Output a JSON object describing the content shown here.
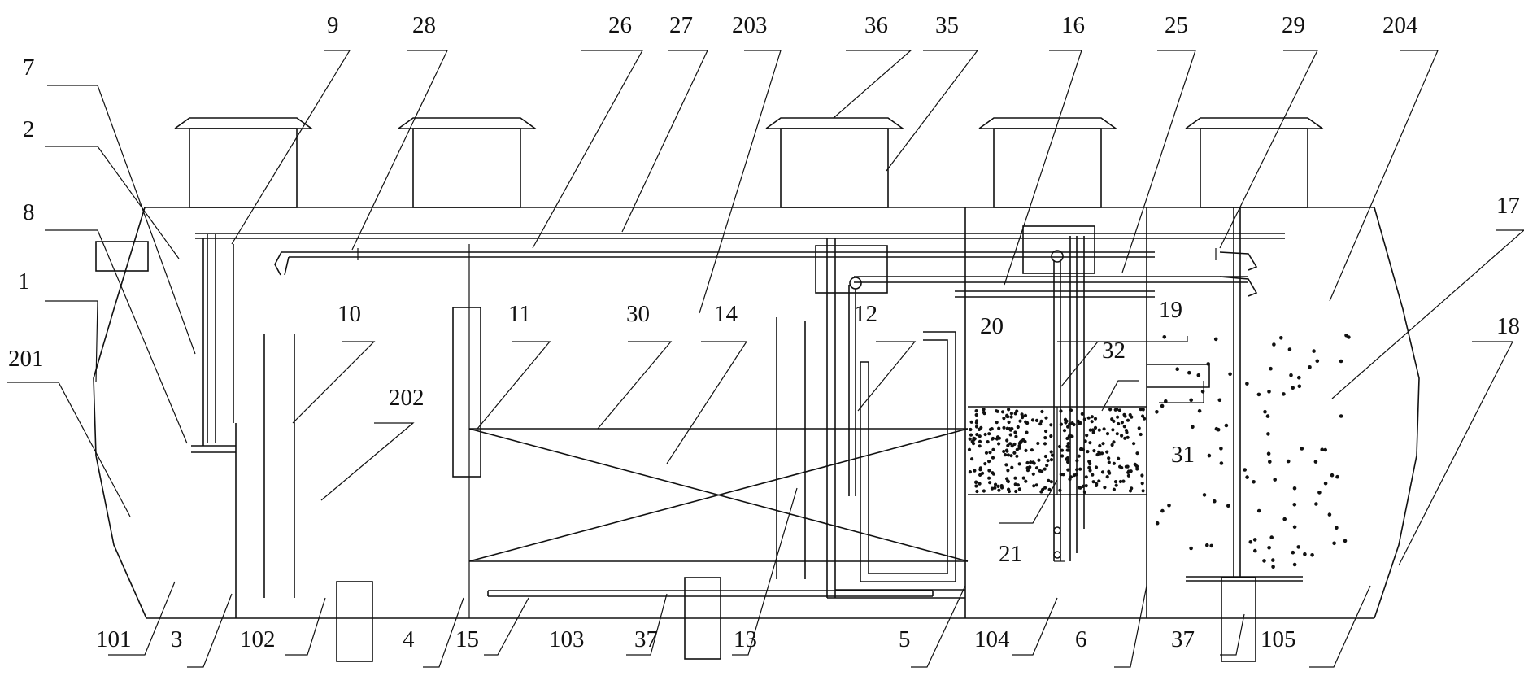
{
  "labels": {
    "l7": "7",
    "l2": "2",
    "l8": "8",
    "l1": "1",
    "l201": "201",
    "l9": "9",
    "l28": "28",
    "l26": "26",
    "l27": "27",
    "l203": "203",
    "l36": "36",
    "l35": "35",
    "l16": "16",
    "l25": "25",
    "l29": "29",
    "l204": "204",
    "l17": "17",
    "l18": "18",
    "l10": "10",
    "l202": "202",
    "l11": "11",
    "l30": "30",
    "l14": "14",
    "l12": "12",
    "l20": "20",
    "l19": "19",
    "l32": "32",
    "l31": "31",
    "l21": "21",
    "l101": "101",
    "l3": "3",
    "l102": "102",
    "l4": "4",
    "l15": "15",
    "l103": "103",
    "l37a": "37",
    "l13": "13",
    "l5": "5",
    "l104": "104",
    "l6": "6",
    "l37b": "37",
    "l105": "105"
  }
}
